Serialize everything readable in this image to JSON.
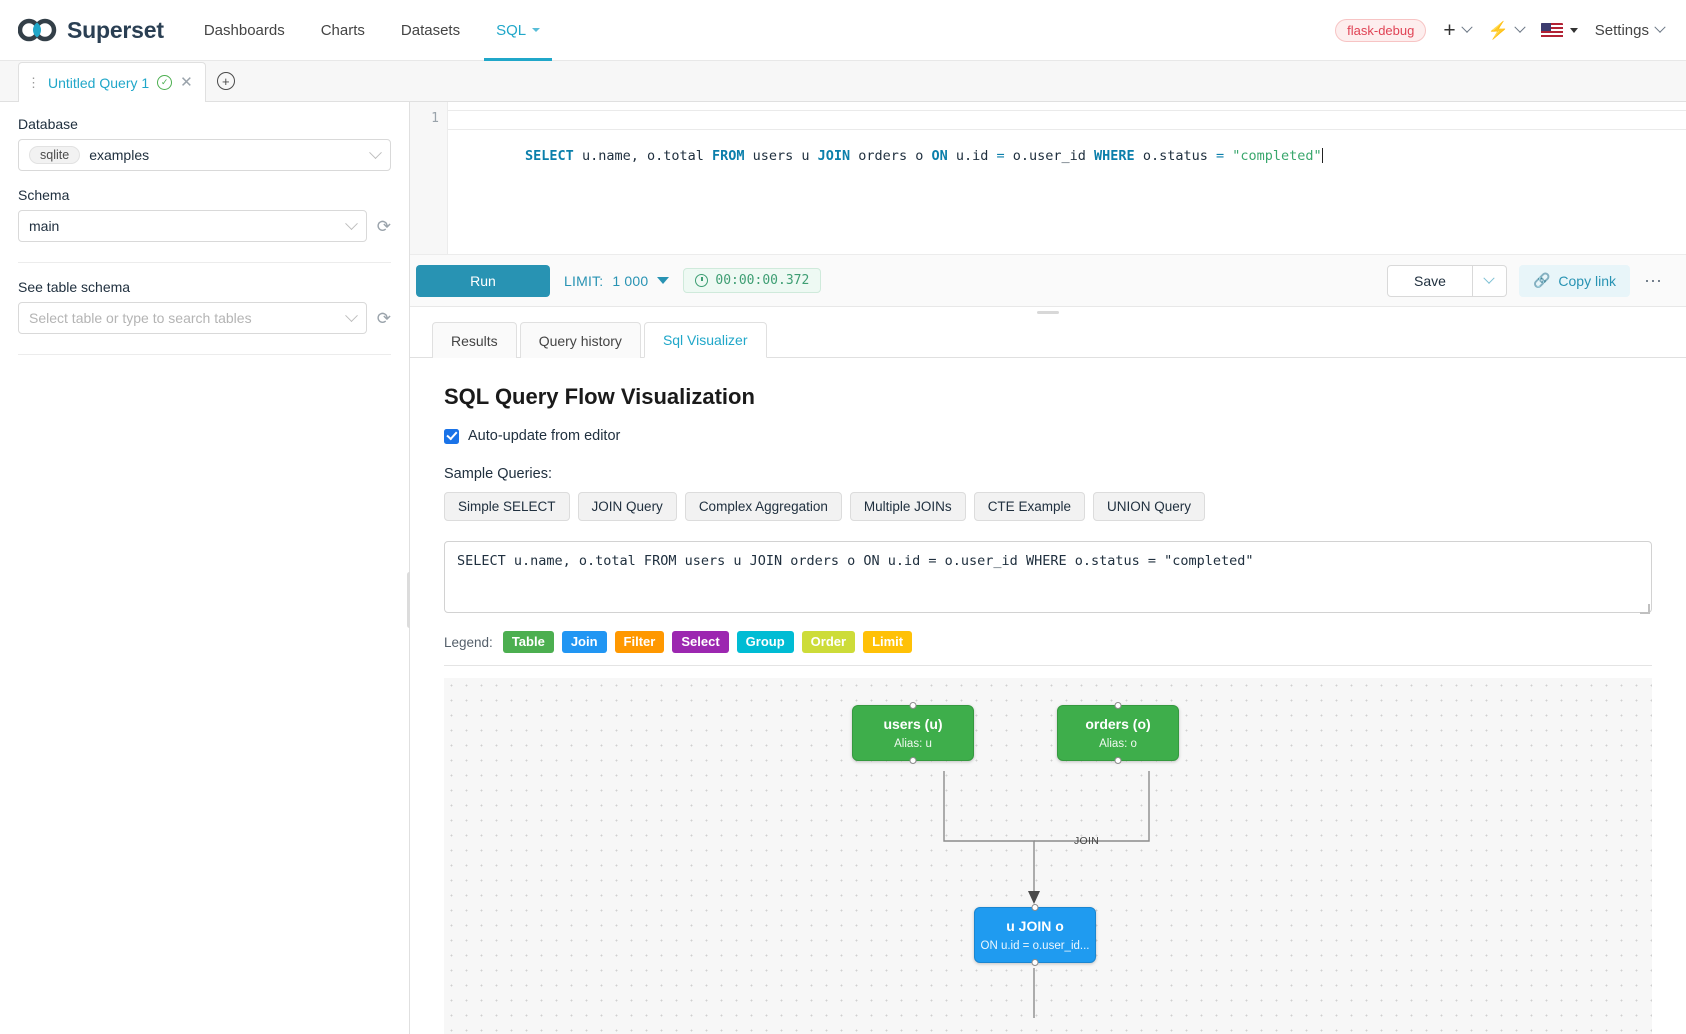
{
  "app": {
    "brand": "Superset",
    "nav": [
      {
        "label": "Dashboards",
        "active": false
      },
      {
        "label": "Charts",
        "active": false
      },
      {
        "label": "Datasets",
        "active": false
      },
      {
        "label": "SQL",
        "active": true
      }
    ],
    "debug_badge": "flask-debug",
    "settings_label": "Settings",
    "accent": "#20a7c9"
  },
  "query_tabs": {
    "tab_label": "Untitled Query 1",
    "add_tab_label": "+"
  },
  "left_panel": {
    "database_label": "Database",
    "database_engine": "sqlite",
    "database_value": "examples",
    "schema_label": "Schema",
    "schema_value": "main",
    "table_label": "See table schema",
    "table_placeholder": "Select table or type to search tables"
  },
  "editor": {
    "line_number": "1",
    "sql_tokens": [
      {
        "t": "SELECT",
        "k": "kw"
      },
      {
        "t": " u.name, o.total ",
        "k": "plain"
      },
      {
        "t": "FROM",
        "k": "kw"
      },
      {
        "t": " users u ",
        "k": "plain"
      },
      {
        "t": "JOIN",
        "k": "kw"
      },
      {
        "t": " orders o ",
        "k": "plain"
      },
      {
        "t": "ON",
        "k": "kw"
      },
      {
        "t": " u.id ",
        "k": "plain"
      },
      {
        "t": "=",
        "k": "op"
      },
      {
        "t": " o.user_id ",
        "k": "plain"
      },
      {
        "t": "WHERE",
        "k": "kw"
      },
      {
        "t": " o.status ",
        "k": "plain"
      },
      {
        "t": "=",
        "k": "op"
      },
      {
        "t": " ",
        "k": "plain"
      },
      {
        "t": "\"completed\"",
        "k": "str"
      }
    ]
  },
  "toolbar": {
    "run_label": "Run",
    "limit_label": "LIMIT:",
    "limit_value": "1 000",
    "timer_value": "00:00:00.372",
    "save_label": "Save",
    "copy_link_label": "Copy link",
    "more_label": "⋯"
  },
  "result_tabs": [
    {
      "label": "Results",
      "active": false
    },
    {
      "label": "Query history",
      "active": false
    },
    {
      "label": "Sql Visualizer",
      "active": true
    }
  ],
  "visualizer": {
    "title": "SQL Query Flow Visualization",
    "auto_update_label": "Auto-update from editor",
    "auto_update_checked": true,
    "sample_label": "Sample Queries:",
    "sample_queries": [
      "Simple SELECT",
      "JOIN Query",
      "Complex Aggregation",
      "Multiple JOINs",
      "CTE Example",
      "UNION Query"
    ],
    "sql_text": "SELECT u.name, o.total FROM users u JOIN orders o ON u.id = o.user_id WHERE o.status = \"completed\"",
    "legend_label": "Legend:",
    "legend": [
      {
        "label": "Table",
        "color": "#4caf50"
      },
      {
        "label": "Join",
        "color": "#2196f3"
      },
      {
        "label": "Filter",
        "color": "#ff9800"
      },
      {
        "label": "Select",
        "color": "#9c27b0"
      },
      {
        "label": "Group",
        "color": "#00bcd4"
      },
      {
        "label": "Order",
        "color": "#cddc39"
      },
      {
        "label": "Limit",
        "color": "#ffc107"
      }
    ],
    "flow": {
      "nodes": [
        {
          "id": "users",
          "type": "table",
          "title": "users (u)",
          "subtitle": "Alias: u"
        },
        {
          "id": "orders",
          "type": "table",
          "title": "orders (o)",
          "subtitle": "Alias: o"
        },
        {
          "id": "join",
          "type": "join",
          "title": "u JOIN o",
          "subtitle": "ON u.id = o.user_id..."
        }
      ],
      "edges": [
        {
          "from": "users",
          "to": "join",
          "label": ""
        },
        {
          "from": "orders",
          "to": "join",
          "label": "JOIN"
        }
      ]
    }
  }
}
